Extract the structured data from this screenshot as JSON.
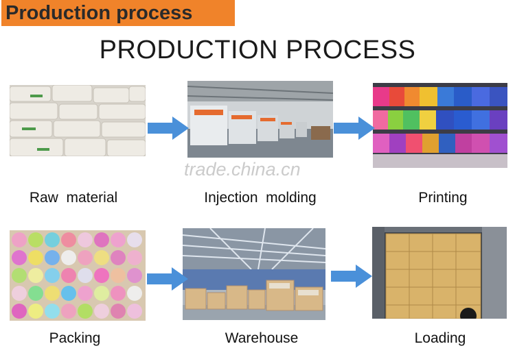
{
  "banner": "Production process",
  "title": "PRODUCTION PROCESS",
  "watermark": "trade.china.cn",
  "steps": [
    {
      "label": "Raw  material"
    },
    {
      "label": "Injection  molding"
    },
    {
      "label": "Printing"
    },
    {
      "label": "Packing"
    },
    {
      "label": "Warehouse"
    },
    {
      "label": "Loading"
    }
  ],
  "colors": {
    "banner": "#f0832a",
    "arrow": "#4a90d9"
  }
}
